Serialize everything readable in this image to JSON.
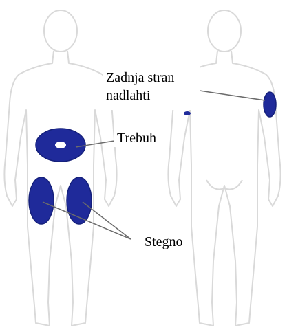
{
  "labels": {
    "arm_line1": "Zadnja stran",
    "arm_line2": "nadlahti",
    "abdomen": "Trebuh",
    "thigh": "Stegno"
  },
  "colors": {
    "outline": "#d9d9d9",
    "site_fill": "#1f2a9a",
    "site_stroke": "#15207a",
    "leader": "#6b6b6b"
  }
}
